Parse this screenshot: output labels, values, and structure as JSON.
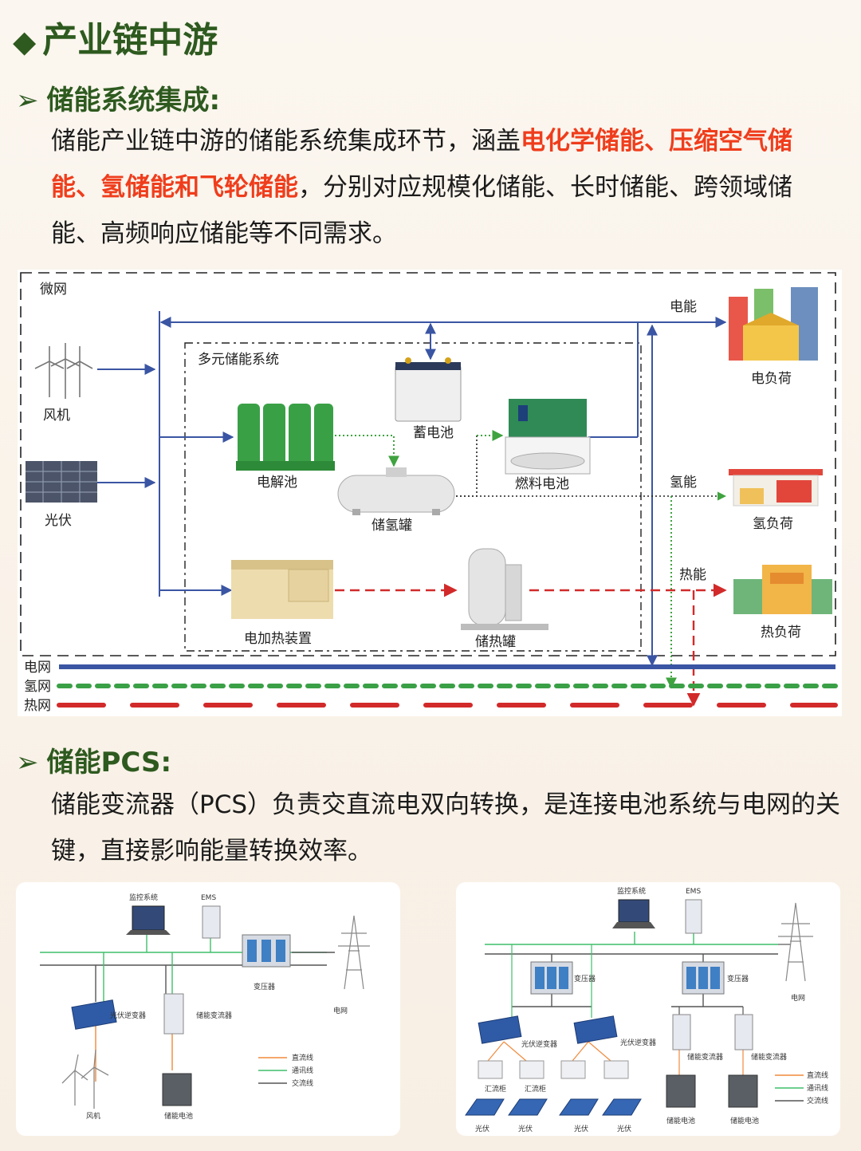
{
  "title": {
    "bullet": "◆",
    "text": "产业链中游"
  },
  "section1": {
    "chevron": "➢",
    "heading": "储能系统集成:",
    "p1": "储能产业链中游的储能系统集成环节，涵盖",
    "hl1": "电化学储能、压缩空气储能、氢储能和飞轮储能",
    "p2": "，分别对应规模化储能、长时储能、跨领域储能、高频响应储能等不同需求。"
  },
  "diagram1": {
    "microgrid": "微网",
    "multi_system": "多元储能系统",
    "wind": "风机",
    "pv": "光伏",
    "electrolyzer": "电解池",
    "battery": "蓄电池",
    "fuel_cell": "燃料电池",
    "h2_tank": "储氢罐",
    "heater": "电加热装置",
    "heat_tank": "储热罐",
    "elec_energy": "电能",
    "h2_energy": "氢能",
    "heat_energy": "热能",
    "elec_load": "电负荷",
    "h2_load": "氢负荷",
    "heat_load": "热负荷",
    "grid_elec": "电网",
    "grid_h2": "氢网",
    "grid_heat": "热网"
  },
  "section2": {
    "chevron": "➢",
    "heading": "储能PCS:",
    "p": "储能变流器（PCS）负责交直流电双向转换，是连接电池系统与电网的关键，直接影响能量转换效率。"
  },
  "diagram2": {
    "monitor": "监控系统",
    "ems": "EMS",
    "transformer": "变压器",
    "grid": "电网",
    "pv_inverter": "光伏逆变器",
    "pcs": "储能变流器",
    "wind": "风机",
    "battery": "储能电池",
    "legend": [
      "直流线",
      "通讯线",
      "交流线"
    ]
  },
  "diagram3": {
    "monitor": "监控系统",
    "ems": "EMS",
    "transformer": "变压器",
    "grid": "电网",
    "pv_inverter": "光伏逆变器",
    "combiner": "汇流柜",
    "pv": "光伏",
    "pcs": "储能变流器",
    "battery": "储能电池",
    "legend": [
      "直流线",
      "通讯线",
      "交流线"
    ]
  },
  "colors": {
    "green": "#2e5a1f",
    "red": "#ef3d1c",
    "blue": "#3a55a3",
    "dcline": "#f08a3c",
    "commline": "#3fbf6a",
    "acline": "#555555"
  }
}
